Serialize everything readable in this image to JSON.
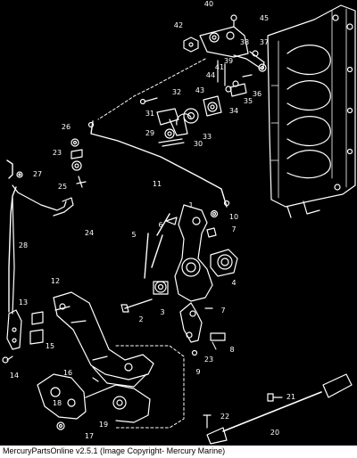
{
  "diagram": {
    "callouts": [
      "1",
      "2",
      "3",
      "4",
      "5",
      "6",
      "7",
      "7",
      "8",
      "9",
      "10",
      "11",
      "12",
      "13",
      "14",
      "15",
      "16",
      "17",
      "18",
      "19",
      "20",
      "21",
      "22",
      "23",
      "23",
      "24",
      "25",
      "26",
      "27",
      "28",
      "29",
      "30",
      "31",
      "32",
      "33",
      "34",
      "35",
      "36",
      "37",
      "38",
      "39",
      "40",
      "41",
      "42",
      "43",
      "44",
      "45"
    ],
    "colors": {
      "background": "#000000",
      "linework": "#ffffff",
      "caption_bg": "#ffffff",
      "caption_text": "#000000"
    }
  },
  "caption": "MercuryPartsOnline v2.5.1 (Image Copyright- Mercury Marine)"
}
